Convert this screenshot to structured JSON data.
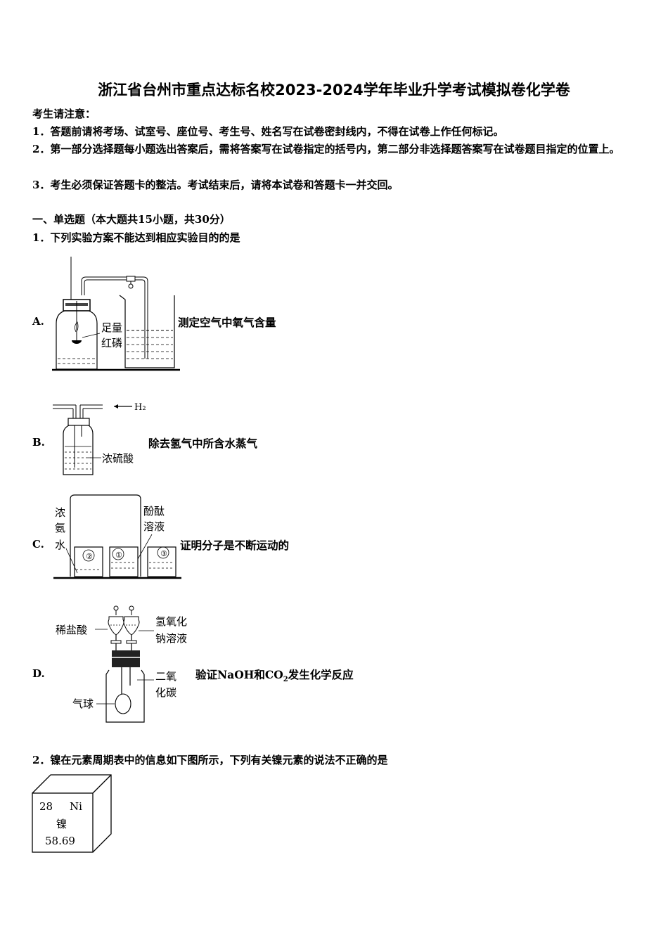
{
  "title": "浙江省台州市重点达标名校2023-2024学年毕业升学考试模拟卷化学卷",
  "notice": {
    "heading": "考生请注意：",
    "items": [
      "1．答题前请将考场、试室号、座位号、考生号、姓名写在试卷密封线内，不得在试卷上作任何标记。",
      "2．第一部分选择题每小题选出答案后，需将答案写在试卷指定的括号内，第二部分非选择题答案写在试卷题目指定的位置上。",
      "3．考生必须保证答题卡的整洁。考试结束后，请将本试卷和答题卡一并交回。"
    ]
  },
  "section": "一、单选题（本大题共15小题，共30分）",
  "q1": {
    "stem": "1．下列实验方案不能达到相应实验目的的是",
    "options": [
      {
        "letter": "A.",
        "caption": "测定空气中氧气含量",
        "labels": [
          "足量",
          "红磷"
        ]
      },
      {
        "letter": "B.",
        "caption": "除去氢气中所含水蒸气",
        "labels": [
          "H₂",
          "浓硫酸"
        ]
      },
      {
        "letter": "C.",
        "caption": "证明分子是不断运动的",
        "labels": [
          "浓",
          "氨",
          "水",
          "酚酞",
          "溶液",
          "②",
          "①",
          "③"
        ]
      },
      {
        "letter": "D.",
        "caption_pre": "验证NaOH和CO",
        "caption_sub": "2",
        "caption_post": "发生化学反应",
        "labels": [
          "稀盐酸",
          "氢氧化",
          "钠溶液",
          "二氧",
          "化碳",
          "气球"
        ]
      }
    ]
  },
  "q2": {
    "stem": "2．镍在元素周期表中的信息如下图所示，下列有关镍元素的说法不正确的是",
    "element": {
      "number": "28",
      "symbol": "Ni",
      "name": "镍",
      "mass": "58.69"
    }
  }
}
